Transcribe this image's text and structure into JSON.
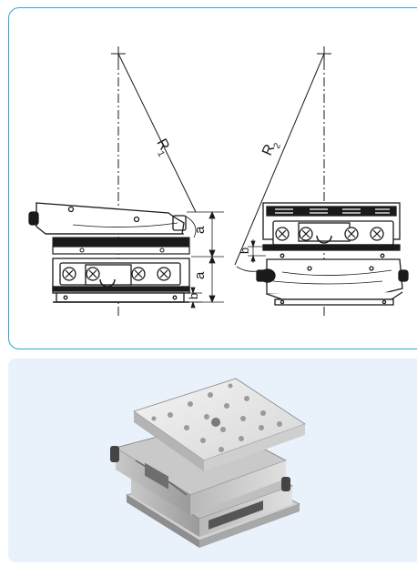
{
  "drawing": {
    "left_radius_label": "R",
    "left_radius_sub": "1",
    "right_radius_label": "R",
    "right_radius_sub": "2",
    "dim_a_upper": "a",
    "dim_a_lower": "a",
    "dim_b_left": "b",
    "dim_b_right": "b"
  },
  "colors": {
    "frame_border": "#2aa6d6",
    "photo_background": "#e9f2fb",
    "line": "#1a1a1a"
  },
  "icons": [
    "crosshair-center-left",
    "crosshair-center-right",
    "goniometer-stage-photo"
  ]
}
